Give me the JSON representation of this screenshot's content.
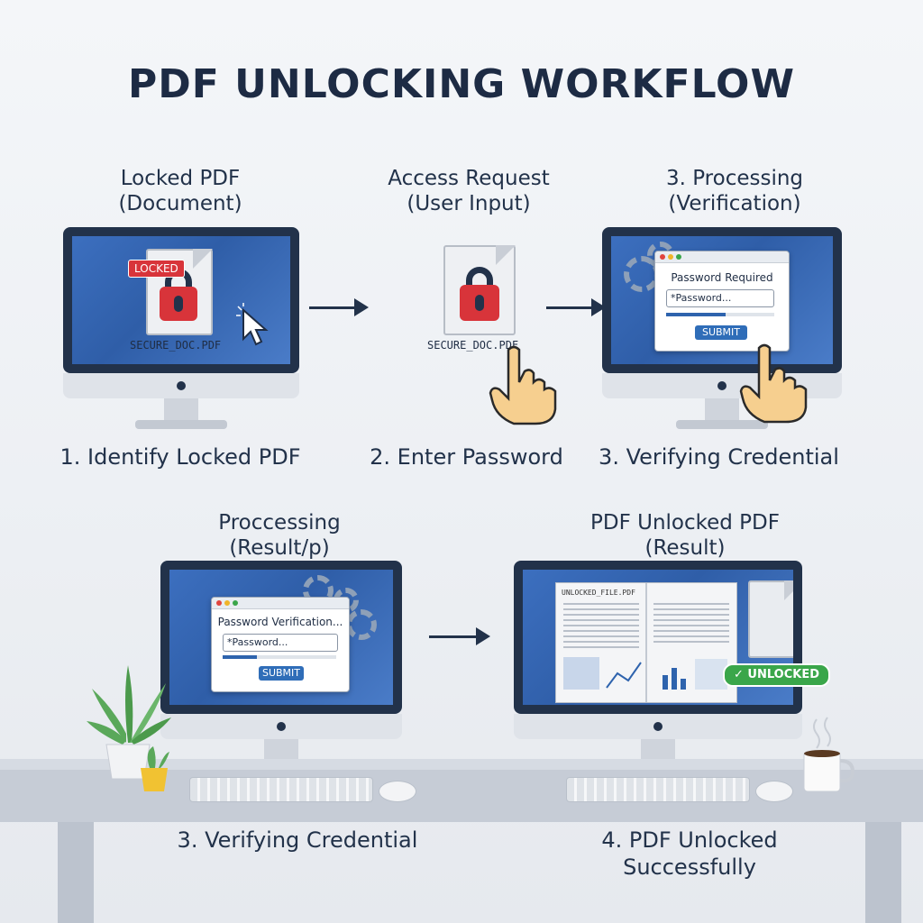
{
  "title": "PDF UNLOCKING WORKFLOW",
  "colors": {
    "navy": "#1d2b44",
    "screen": "#3c6fbf",
    "lock_red": "#d8343a",
    "success_green": "#3aa64a",
    "hand": "#f6cf8f"
  },
  "steps": [
    {
      "caption_line1": "Locked PDF",
      "caption_line2": "(Document)",
      "label": "1. Identify Locked PDF",
      "badge": "LOCKED",
      "filename": "SECURE_DOC.PDF",
      "icons": [
        "pdf-file-icon",
        "padlock-icon",
        "cursor-arrow-icon"
      ]
    },
    {
      "caption_line1": "Access Request",
      "caption_line2": "(User Input)",
      "label": "2. Enter Password",
      "filename": "SECURE_DOC.PDF",
      "icons": [
        "pdf-file-icon",
        "padlock-icon",
        "pointing-hand-icon"
      ]
    },
    {
      "caption_line1": "3. Processing",
      "caption_line2": "(Verification)",
      "label": "3. Verifying Credential",
      "dialog_title": "Password Required",
      "input_placeholder": "*Password...",
      "button": "SUBMIT",
      "icons": [
        "gear-icon",
        "pointing-hand-icon"
      ]
    },
    {
      "caption_line1": "Proccessing",
      "caption_line2": "(Result/p)",
      "label": "3. Verifying Credential",
      "dialog_title": "Password Verification...",
      "input_placeholder": "*Password...",
      "button": "SUBMIT",
      "icons": [
        "gear-icon"
      ]
    },
    {
      "caption_line1": "PDF Unlocked PDF",
      "caption_line2": "(Result)",
      "label_line1": "4. PDF Unlocked",
      "label_line2": "Successfully",
      "badge": "✓ UNLOCKED",
      "doc_header": "UNLOCKED_FILE.PDF",
      "icons": [
        "open-document-icon",
        "pdf-file-icon",
        "checkmark-icon"
      ]
    }
  ],
  "scene_icons": [
    "plant-icon",
    "coffee-mug-icon",
    "keyboard-icon",
    "mouse-icon"
  ]
}
